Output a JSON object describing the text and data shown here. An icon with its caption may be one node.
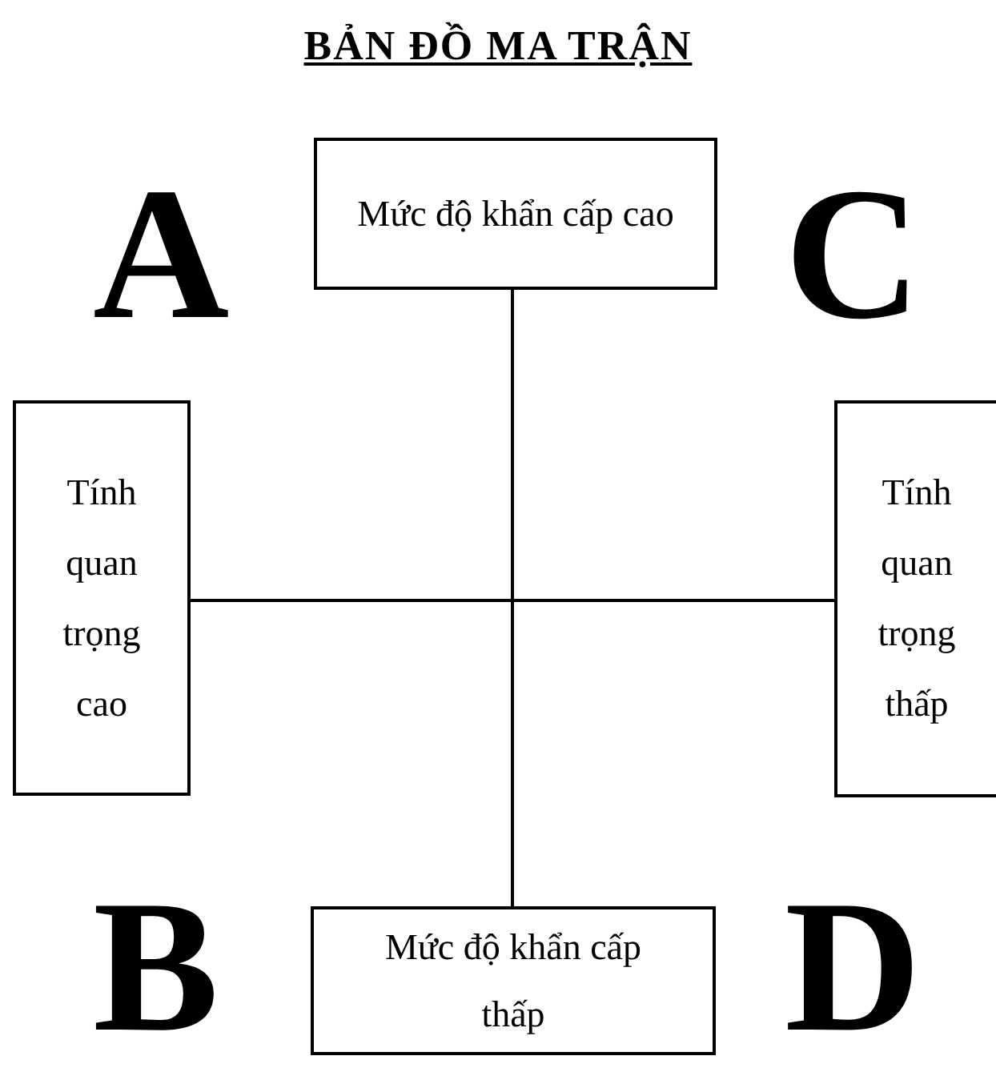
{
  "diagram": {
    "title": "BẢN ĐỒ MA TRẬN",
    "nodes": [
      {
        "text": [
          "Mức độ khẩn cấp cao"
        ]
      },
      {
        "text": [
          "Tính quan trọng cao"
        ]
      },
      {
        "text": [
          "Tính quan trọng thấp"
        ]
      },
      {
        "text": [
          "Mức độ khẩn cấp thấp"
        ]
      }
    ],
    "edges": [
      {
        "from": 0,
        "to": 3,
        "arrow": "none"
      },
      {
        "from": 1,
        "to": 2,
        "arrow": "none"
      }
    ],
    "labels": [
      "A",
      "C",
      "B",
      "D"
    ]
  }
}
